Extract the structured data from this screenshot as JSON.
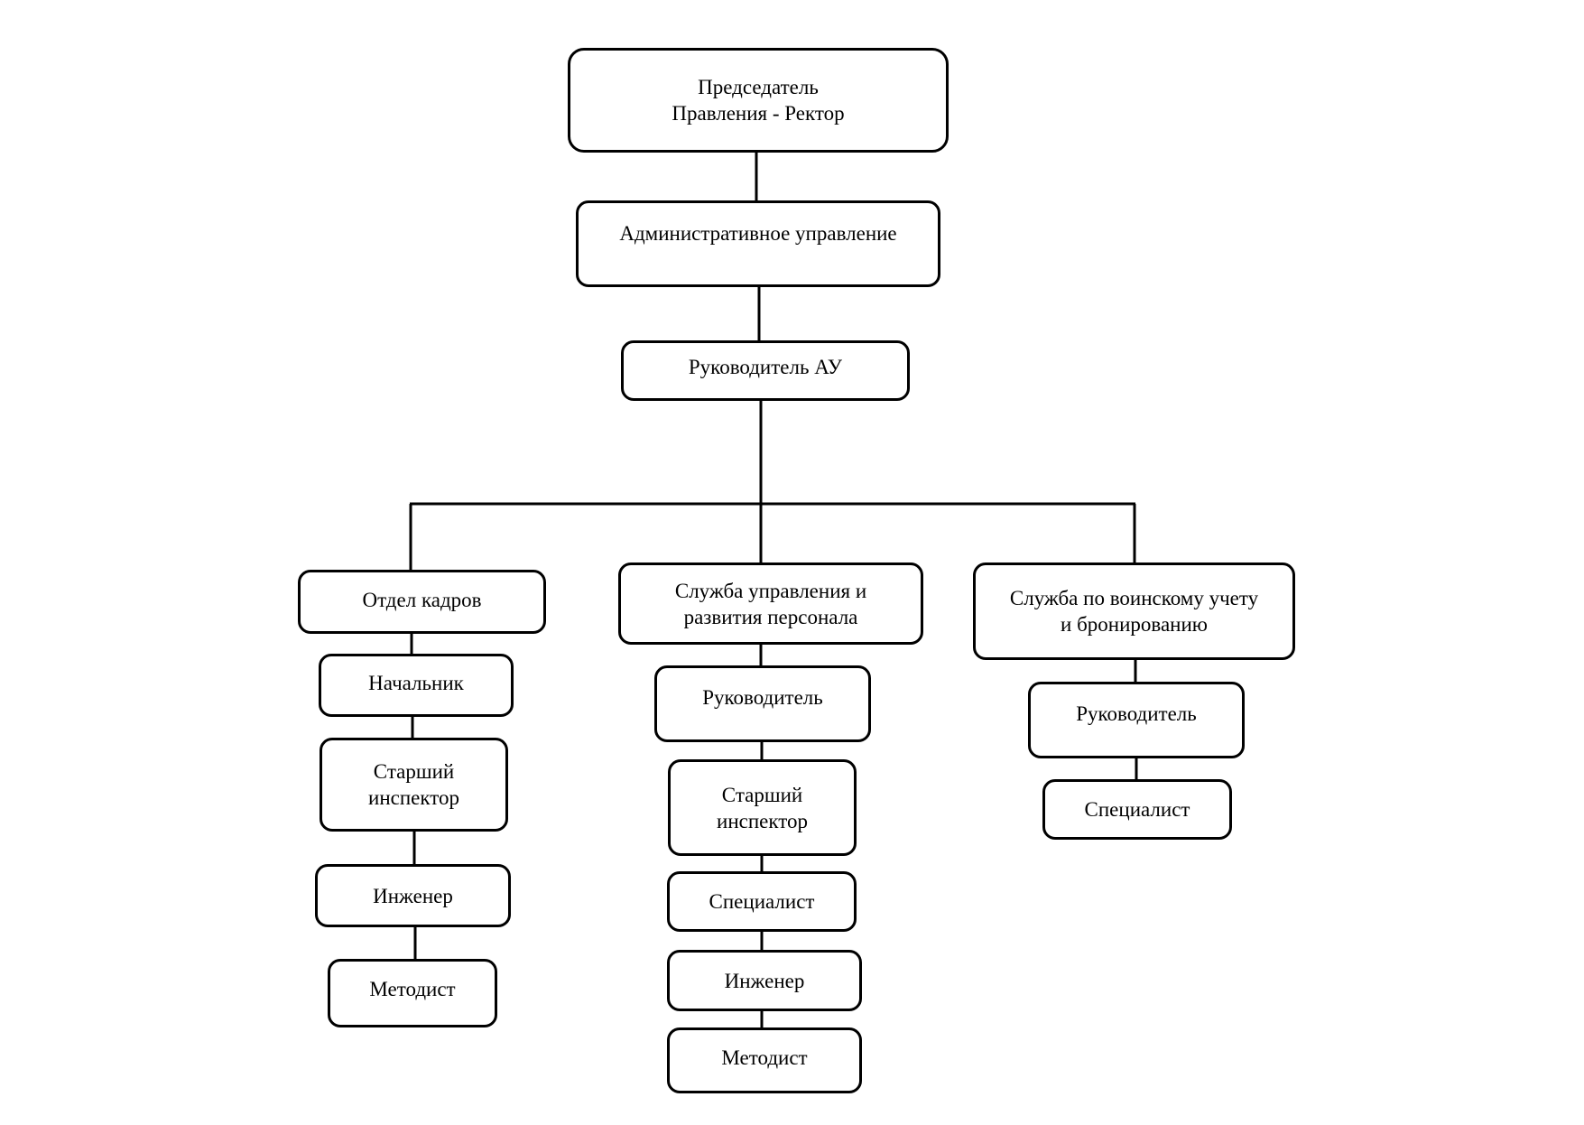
{
  "colors": {
    "background": "#ffffff",
    "border": "#000000",
    "text": "#000000"
  },
  "chairman": {
    "lines": [
      "Председатель",
      "Правления - Ректор"
    ]
  },
  "admin_office": {
    "label": "Административное управление"
  },
  "admin_head": {
    "label": "Руководитель АУ"
  },
  "departments": [
    {
      "title_lines": [
        "Отдел кадров"
      ],
      "positions": [
        {
          "lines": [
            "Начальник"
          ]
        },
        {
          "lines": [
            "Старший",
            "инспектор"
          ]
        },
        {
          "lines": [
            "Инженер"
          ]
        },
        {
          "lines": [
            "Методист"
          ]
        }
      ]
    },
    {
      "title_lines": [
        "Служба управления и",
        "развития персонала"
      ],
      "positions": [
        {
          "lines": [
            "Руководитель"
          ]
        },
        {
          "lines": [
            "Старший",
            "инспектор"
          ]
        },
        {
          "lines": [
            "Специалист"
          ]
        },
        {
          "lines": [
            "Инженер"
          ]
        },
        {
          "lines": [
            "Методист"
          ]
        }
      ]
    },
    {
      "title_lines": [
        "Служба по воинскому учету",
        "и бронированию"
      ],
      "positions": [
        {
          "lines": [
            "Руководитель"
          ]
        },
        {
          "lines": [
            "Специалист"
          ]
        }
      ]
    }
  ]
}
